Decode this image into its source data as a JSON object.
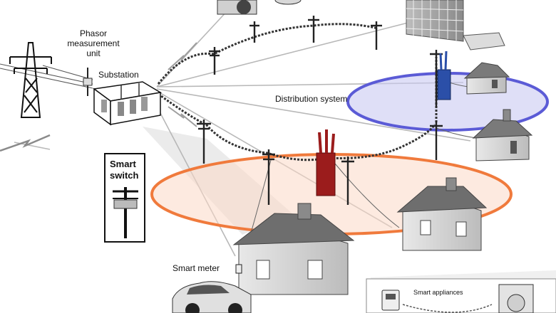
{
  "labels": {
    "pmu_line1": "Phasor",
    "pmu_line2": "measurement",
    "pmu_line3": "unit",
    "substation": "Substation",
    "distribution": "Distribution system",
    "smart_switch_line1": "Smart",
    "smart_switch_line2": "switch",
    "smart_meter": "Smart meter",
    "smart_appliances": "Smart appliances"
  },
  "colors": {
    "distribution_zone": "#5b5bd6",
    "distribution_fill": "#c9c9f2",
    "local_zone": "#f07a3c",
    "local_fill": "#fbd9c6",
    "dotted_line": "#3a3a3a",
    "ray": "#b0b0b0",
    "house_roof": "#6e6e6e",
    "house_wall": "#cfcfcf",
    "router_red": "#9b1c1c",
    "router_blue": "#2b4fa8"
  },
  "icons": [
    "transmission-tower-icon",
    "substation-icon",
    "utility-pole-icon",
    "house-icon",
    "building-icon",
    "car-icon",
    "washer-icon",
    "router-icon"
  ]
}
